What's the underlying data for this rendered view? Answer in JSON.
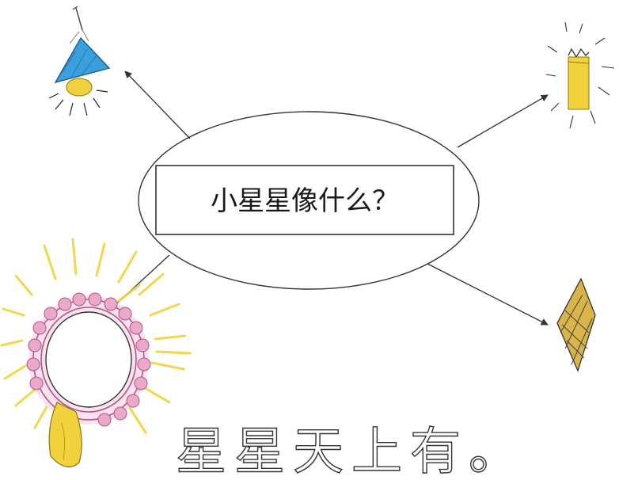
{
  "question": "小星星像什么？",
  "handwritten_caption": "星星天上有。",
  "branches": [
    {
      "position": "top-left",
      "drawing": "desk-lamp-icon"
    },
    {
      "position": "top-right",
      "drawing": "candle-icon"
    },
    {
      "position": "bottom-left",
      "drawing": "sun-icon"
    },
    {
      "position": "bottom-right",
      "drawing": "diamond-crystal-icon"
    }
  ],
  "colors": {
    "line": "#333333",
    "lamp_shade": "#3aa0dc",
    "yellow": "#f2d23c",
    "pink_petals": "#d99ab8",
    "crystal": "#d9b44a"
  }
}
